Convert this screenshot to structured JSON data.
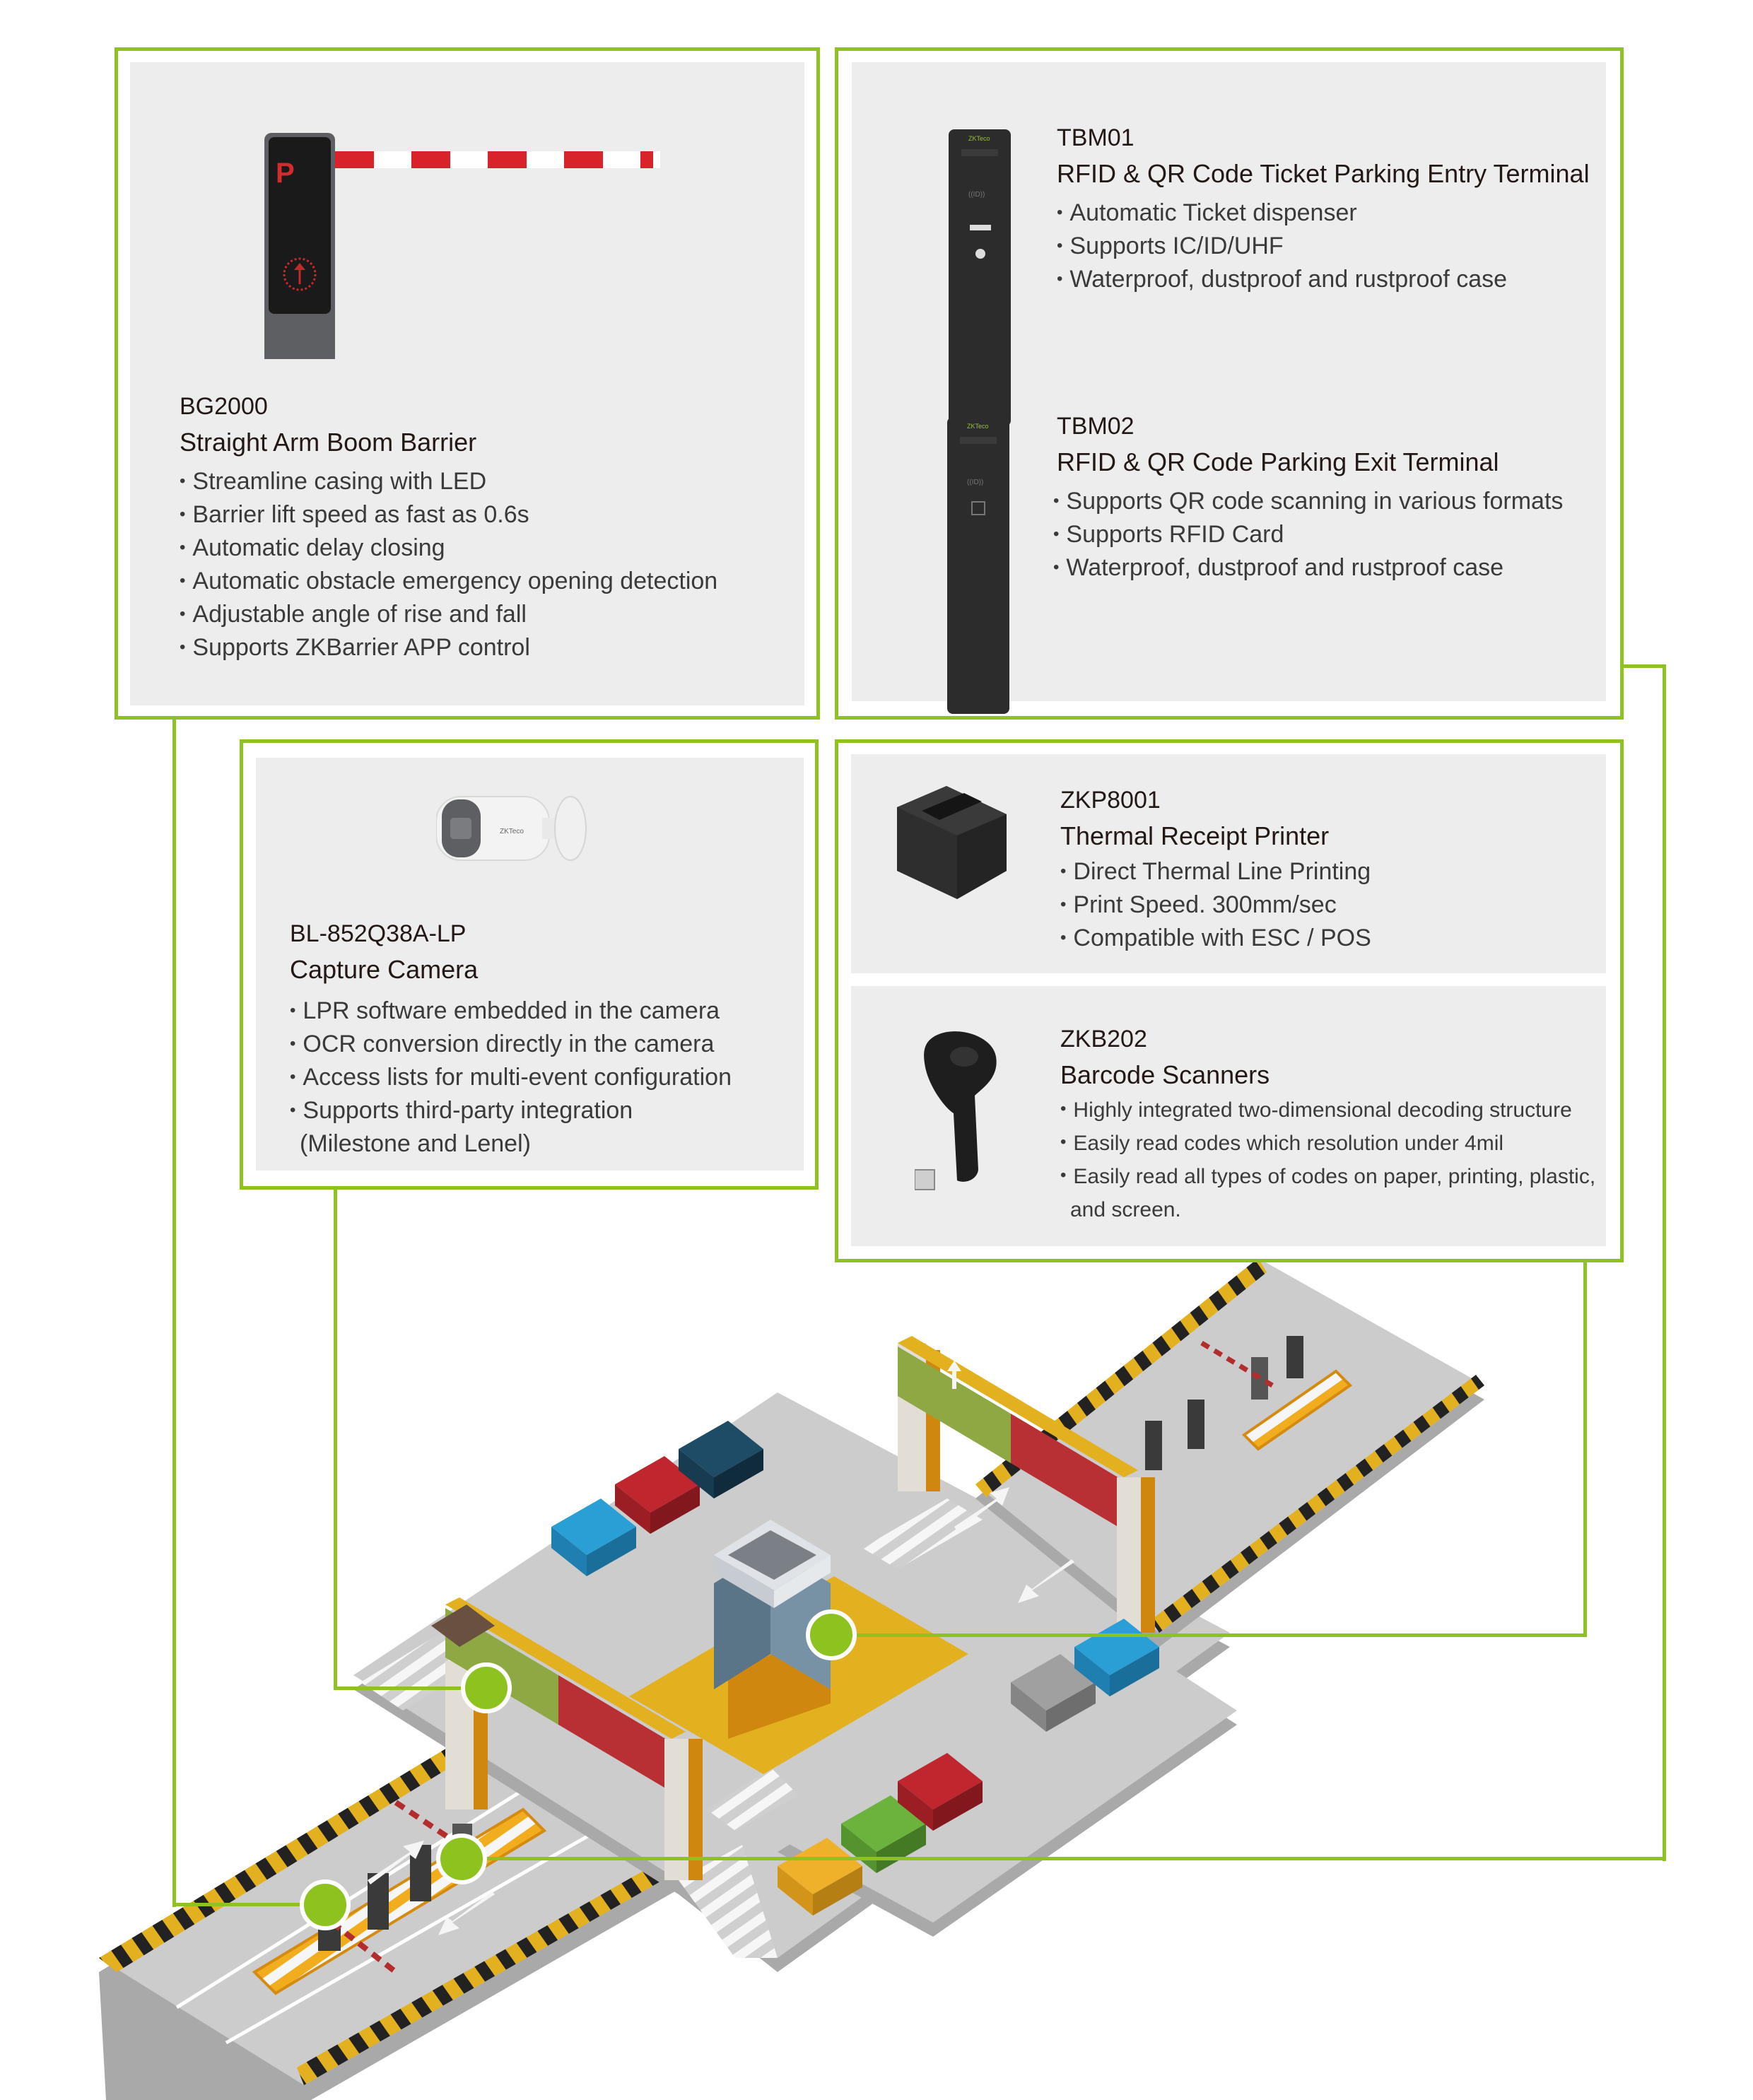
{
  "colors": {
    "accent_green": "#8dc21f",
    "panel_gray": "#ededed",
    "text_dark": "#231815",
    "road_gray": "#cccccc",
    "hazard_yellow": "#e3b11f",
    "hazard_black": "#222222",
    "gantry_red": "#b83033",
    "gantry_green": "#8ea843"
  },
  "products": {
    "bg2000": {
      "model": "BG2000",
      "title": "Straight Arm Boom Barrier",
      "image_icon": "boom-barrier-icon",
      "features": [
        "Streamline casing with LED",
        "Barrier lift speed as fast as 0.6s",
        "Automatic delay closing",
        "Automatic obstacle emergency opening detection",
        "Adjustable angle of rise and fall",
        "Supports ZKBarrier APP control"
      ]
    },
    "tbm01": {
      "model": "TBM01",
      "title": "RFID & QR Code Ticket Parking Entry Terminal",
      "image_icon": "entry-terminal-icon",
      "features": [
        "Automatic Ticket dispenser",
        "Supports IC/ID/UHF",
        "Waterproof, dustproof and rustproof case"
      ]
    },
    "tbm02": {
      "model": "TBM02",
      "title": "RFID & QR Code Parking Exit Terminal",
      "image_icon": "exit-terminal-icon",
      "features": [
        "Supports QR code scanning in various formats",
        "Supports RFID Card",
        "Waterproof, dustproof and rustproof case"
      ]
    },
    "camera": {
      "model": "BL-852Q38A-LP",
      "title": "Capture Camera",
      "image_icon": "bullet-camera-icon",
      "features": [
        "LPR software embedded in the camera",
        "OCR conversion directly in the camera",
        "Access lists for multi-event configuration",
        "Supports third-party integration"
      ],
      "features_continuation": "(Milestone and Lenel)"
    },
    "zkp8001": {
      "model": "ZKP8001",
      "title": "Thermal Receipt Printer",
      "image_icon": "receipt-printer-icon",
      "features": [
        "Direct Thermal Line Printing",
        "Print Speed. 300mm/sec",
        "Compatible with ESC / POS"
      ]
    },
    "zkb202": {
      "model": "ZKB202",
      "title": "Barcode Scanners",
      "image_icon": "barcode-scanner-icon",
      "features": [
        "Highly integrated two-dimensional decoding structure",
        "Easily read codes which resolution under 4mil",
        "Easily read all types of codes on paper, printing, plastic,"
      ],
      "features_continuation": "and screen."
    }
  },
  "illustration": {
    "scene": "isometric-parking-lot",
    "nodes": [
      {
        "id": "barrier-node",
        "links_to": "BG2000"
      },
      {
        "id": "terminal-node",
        "links_to": "TBM01 / TBM02"
      },
      {
        "id": "camera-node",
        "links_to": "BL-852Q38A-LP"
      },
      {
        "id": "booth-node",
        "links_to": "ZKP8001 / ZKB202"
      }
    ]
  }
}
